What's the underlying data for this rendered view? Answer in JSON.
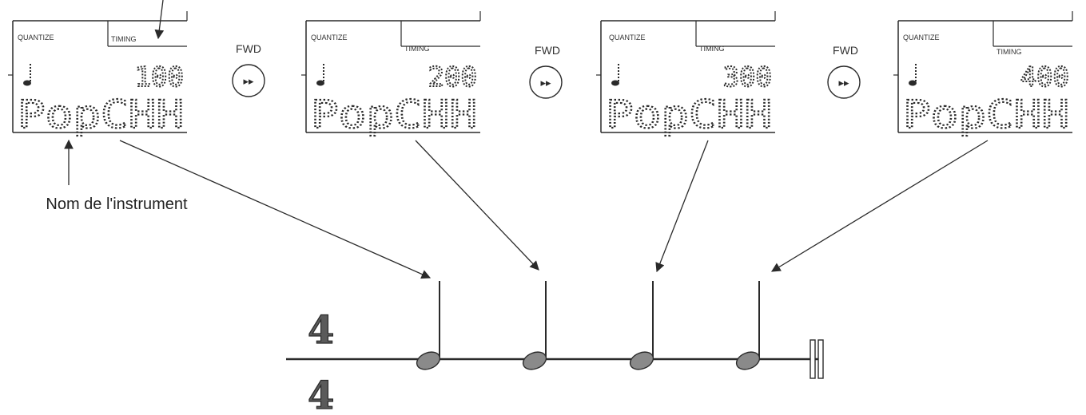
{
  "displays": [
    {
      "quantize_label": "QUANTIZE",
      "timing_label": "TIMING",
      "value": "100",
      "instrument": "PopCHH"
    },
    {
      "quantize_label": "QUANTIZE",
      "timing_label": "TIMING",
      "value": "200",
      "instrument": "PopCHH"
    },
    {
      "quantize_label": "QUANTIZE",
      "timing_label": "TIMING",
      "value": "300",
      "instrument": "PopCHH"
    },
    {
      "quantize_label": "QUANTIZE",
      "timing_label": "TIMING",
      "value": "400",
      "instrument": "PopCHH"
    }
  ],
  "fwd_buttons": [
    {
      "label": "FWD",
      "glyph": "▸▸"
    },
    {
      "label": "FWD",
      "glyph": "▸▸"
    },
    {
      "label": "FWD",
      "glyph": "▸▸"
    }
  ],
  "annotation": "Nom de l'instrument",
  "time_signature": {
    "numerator": "4",
    "denominator": "4"
  },
  "colors": {
    "ink": "#2a2a2a",
    "note_fill": "#8a8a8a"
  }
}
